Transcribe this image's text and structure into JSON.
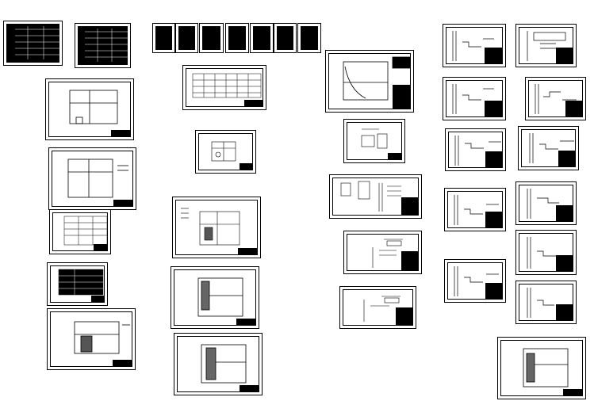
{
  "canvas": {
    "background": "#ffffff",
    "line_color": "#000000"
  },
  "sheets": [
    {
      "id": "s1",
      "kind": "table-dark"
    },
    {
      "id": "s2",
      "kind": "table-dark"
    },
    {
      "id": "s3",
      "kind": "plan"
    },
    {
      "id": "s4",
      "kind": "plan"
    },
    {
      "id": "s5",
      "kind": "table"
    },
    {
      "id": "s6",
      "kind": "table"
    },
    {
      "id": "s7",
      "kind": "plan"
    },
    {
      "id": "s8",
      "kind": "notes-dark"
    },
    {
      "id": "s9",
      "kind": "notes-dark"
    },
    {
      "id": "s10",
      "kind": "notes-dark"
    },
    {
      "id": "s11",
      "kind": "notes-dark"
    },
    {
      "id": "s12",
      "kind": "notes-dark"
    },
    {
      "id": "s13",
      "kind": "notes-dark"
    },
    {
      "id": "s14",
      "kind": "notes-dark"
    },
    {
      "id": "s15",
      "kind": "table"
    },
    {
      "id": "s16",
      "kind": "detail"
    },
    {
      "id": "s17",
      "kind": "plan"
    },
    {
      "id": "s18",
      "kind": "plan"
    },
    {
      "id": "s19",
      "kind": "plan"
    },
    {
      "id": "s20",
      "kind": "plan"
    },
    {
      "id": "s21",
      "kind": "detail"
    },
    {
      "id": "s22",
      "kind": "detail"
    },
    {
      "id": "s23",
      "kind": "detail"
    },
    {
      "id": "s24",
      "kind": "detail"
    },
    {
      "id": "s25",
      "kind": "riser"
    },
    {
      "id": "s26",
      "kind": "riser"
    },
    {
      "id": "s27",
      "kind": "riser"
    },
    {
      "id": "s28",
      "kind": "riser"
    },
    {
      "id": "s29",
      "kind": "riser"
    },
    {
      "id": "s30",
      "kind": "riser"
    },
    {
      "id": "s31",
      "kind": "riser"
    },
    {
      "id": "s32",
      "kind": "riser"
    },
    {
      "id": "s33",
      "kind": "riser"
    },
    {
      "id": "s34",
      "kind": "riser"
    },
    {
      "id": "s35",
      "kind": "plan"
    }
  ]
}
